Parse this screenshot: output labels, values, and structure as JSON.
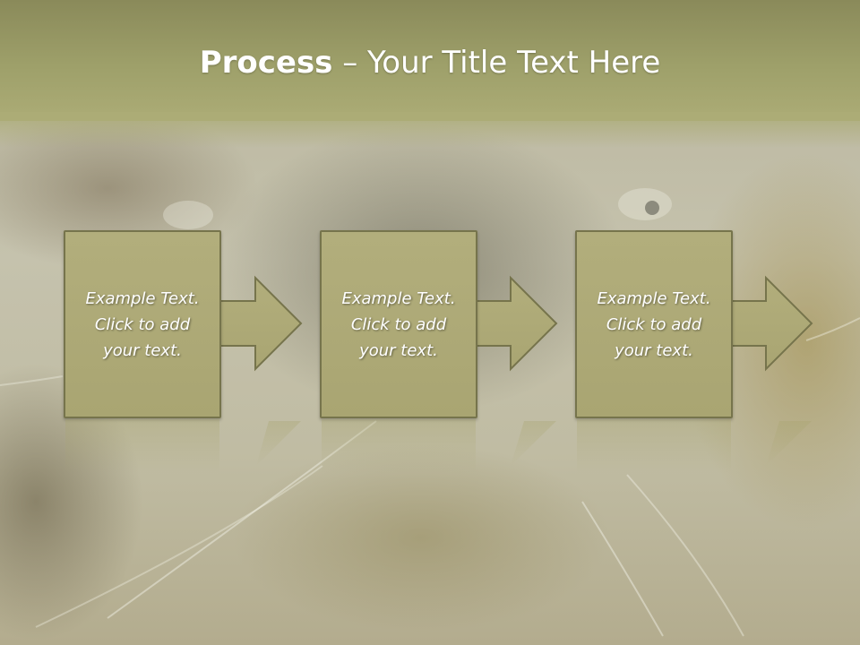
{
  "slide": {
    "title_bold": "Process",
    "title_rest": " – Your Title Text Here"
  },
  "steps": [
    {
      "text": "Example Text.\nClick  to add\nyour text."
    },
    {
      "text": "Example Text.\nClick  to add\nyour text."
    },
    {
      "text": "Example Text.\nClick  to add\nyour text."
    }
  ],
  "colors": {
    "header": "#9ea06a",
    "box_fill": "#aca876",
    "box_border": "#76744c",
    "text": "#ffffff"
  }
}
